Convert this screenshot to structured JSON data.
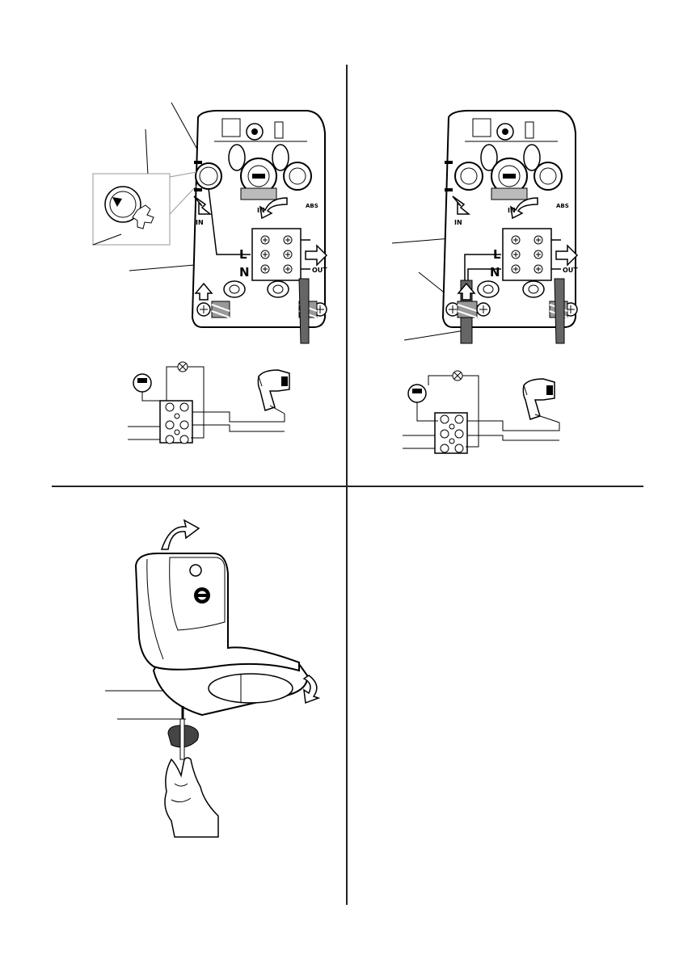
{
  "diagram_left": {
    "in_label_left": "IN",
    "in_label_right": "IN",
    "abs_label": "ABS",
    "terminal_l": "L",
    "terminal_n": "N",
    "out_label": "OUT"
  },
  "diagram_right": {
    "in_label_left": "IN",
    "in_label_right": "IN",
    "abs_label": "ABS",
    "terminal_l": "L",
    "terminal_n": "N",
    "out_label": "OUT"
  },
  "icons": [
    "hair-dryer-icon",
    "lamp-icon",
    "thermostat-icon",
    "hand-screwdriver-icon",
    "rotation-arrow-icon"
  ]
}
